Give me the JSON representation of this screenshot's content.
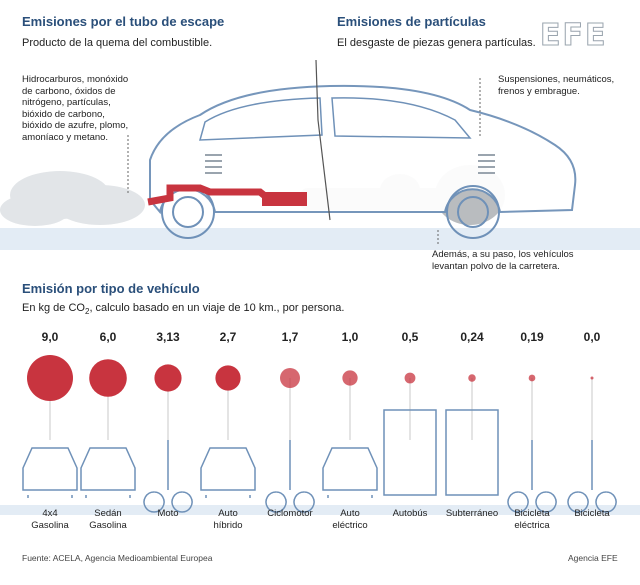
{
  "header": {
    "left_title": "Emisiones por el tubo de escape",
    "left_subtitle": "Producto de la quema del combustible.",
    "right_title": "Emisiones de partículas",
    "right_subtitle": "El desgaste de piezas genera partículas.",
    "logo": "EFE"
  },
  "annotations": {
    "exhaust_lines": [
      "Hidrocarburos, monóxido",
      "de carbono, óxidos de",
      "nitrógeno, partículas,",
      "bióxido de carbono,",
      "bióxido de azufre, plomo,",
      "amoníaco y metano."
    ],
    "parts_lines": [
      "Suspensiones, neumáticos,",
      "frenos y embrague."
    ],
    "dust_lines": [
      "Además, a su paso, los vehículos",
      "levantan polvo de la carretera."
    ]
  },
  "chart_title": "Emisión por tipo de vehículo",
  "chart_subtitle_pre": "En kg de CO",
  "chart_subtitle_sub": "2",
  "chart_subtitle_post": ", calculo basado en un viaje de 10 km., por persona.",
  "colors": {
    "bubble": "#c8343f",
    "title": "#2a4f7a",
    "vehicle": "#6f91b8",
    "road": "#e3ecf5"
  },
  "chart_data": {
    "type": "scatter",
    "encoding": "bubble-area",
    "title": "Emisión por tipo de vehículo",
    "unit": "kg de CO2",
    "categories": [
      "4x4 Gasolina",
      "Sedán Gasolina",
      "Moto",
      "Auto híbrido",
      "Ciclomotor",
      "Auto eléctrico",
      "Autobús",
      "Subterráneo",
      "Bicicleta eléctrica",
      "Bicicleta"
    ],
    "category_lines": [
      [
        "4x4",
        "Gasolina"
      ],
      [
        "Sedán",
        "Gasolina"
      ],
      [
        "Moto"
      ],
      [
        "Auto",
        "híbrido"
      ],
      [
        "Ciclomotor"
      ],
      [
        "Auto",
        "eléctrico"
      ],
      [
        "Autobús"
      ],
      [
        "Subterráneo"
      ],
      [
        "Bicicleta",
        "eléctrica"
      ],
      [
        "Bicicleta"
      ]
    ],
    "values": [
      9.0,
      6.0,
      3.13,
      2.7,
      1.7,
      1.0,
      0.5,
      0.24,
      0.19,
      0.0
    ],
    "value_labels": [
      "9,0",
      "6,0",
      "3,13",
      "2,7",
      "1,7",
      "1,0",
      "0,5",
      "0,24",
      "0,19",
      "0,0"
    ]
  },
  "footer": {
    "source": "Fuente: ACELA, Agencia Medioambiental Europea",
    "credit": "Agencia EFE"
  }
}
